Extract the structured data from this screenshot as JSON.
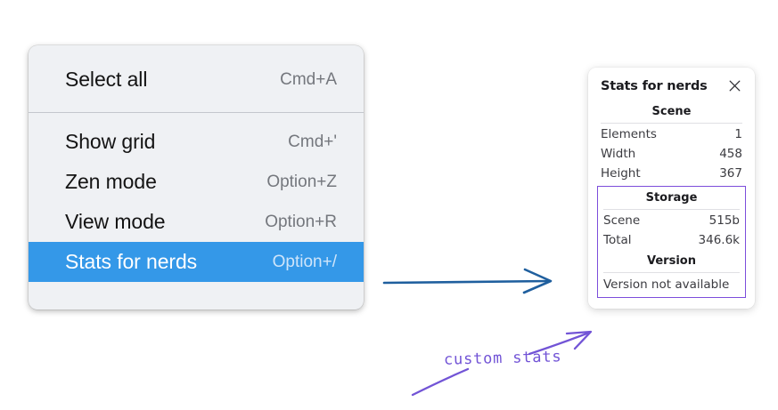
{
  "colors": {
    "menu_background": "#eff1f4",
    "menu_highlight": "#3498e8",
    "menu_divider": "#c3c7cd",
    "panel_background": "#ffffff",
    "annotation_purple": "#7c4ddb",
    "annotation_blue": "#1f5f9e",
    "text_primary": "#141414",
    "text_secondary": "#74777d"
  },
  "context_menu": {
    "groups": [
      {
        "items": [
          {
            "label": "Select all",
            "shortcut": "Cmd+A",
            "selected": false
          }
        ]
      },
      {
        "items": [
          {
            "label": "Show grid",
            "shortcut": "Cmd+'",
            "selected": false
          },
          {
            "label": "Zen mode",
            "shortcut": "Option+Z",
            "selected": false
          },
          {
            "label": "View mode",
            "shortcut": "Option+R",
            "selected": false
          },
          {
            "label": "Stats for nerds",
            "shortcut": "Option+/",
            "selected": true
          }
        ]
      }
    ]
  },
  "stats_panel": {
    "title": "Stats for nerds",
    "close_icon": "close-icon",
    "sections": [
      {
        "title": "Scene",
        "rows": [
          {
            "key": "Elements",
            "value": "1"
          },
          {
            "key": "Width",
            "value": "458"
          },
          {
            "key": "Height",
            "value": "367"
          }
        ]
      },
      {
        "title": "Storage",
        "rows": [
          {
            "key": "Scene",
            "value": "515b"
          },
          {
            "key": "Total",
            "value": "346.6k"
          }
        ]
      },
      {
        "title": "Version",
        "single_line": "Version not available"
      }
    ]
  },
  "annotations": {
    "label": "custom stats",
    "blue_arrow": "arrow-right-icon",
    "purple_arrow": "arrow-pointer-icon"
  }
}
